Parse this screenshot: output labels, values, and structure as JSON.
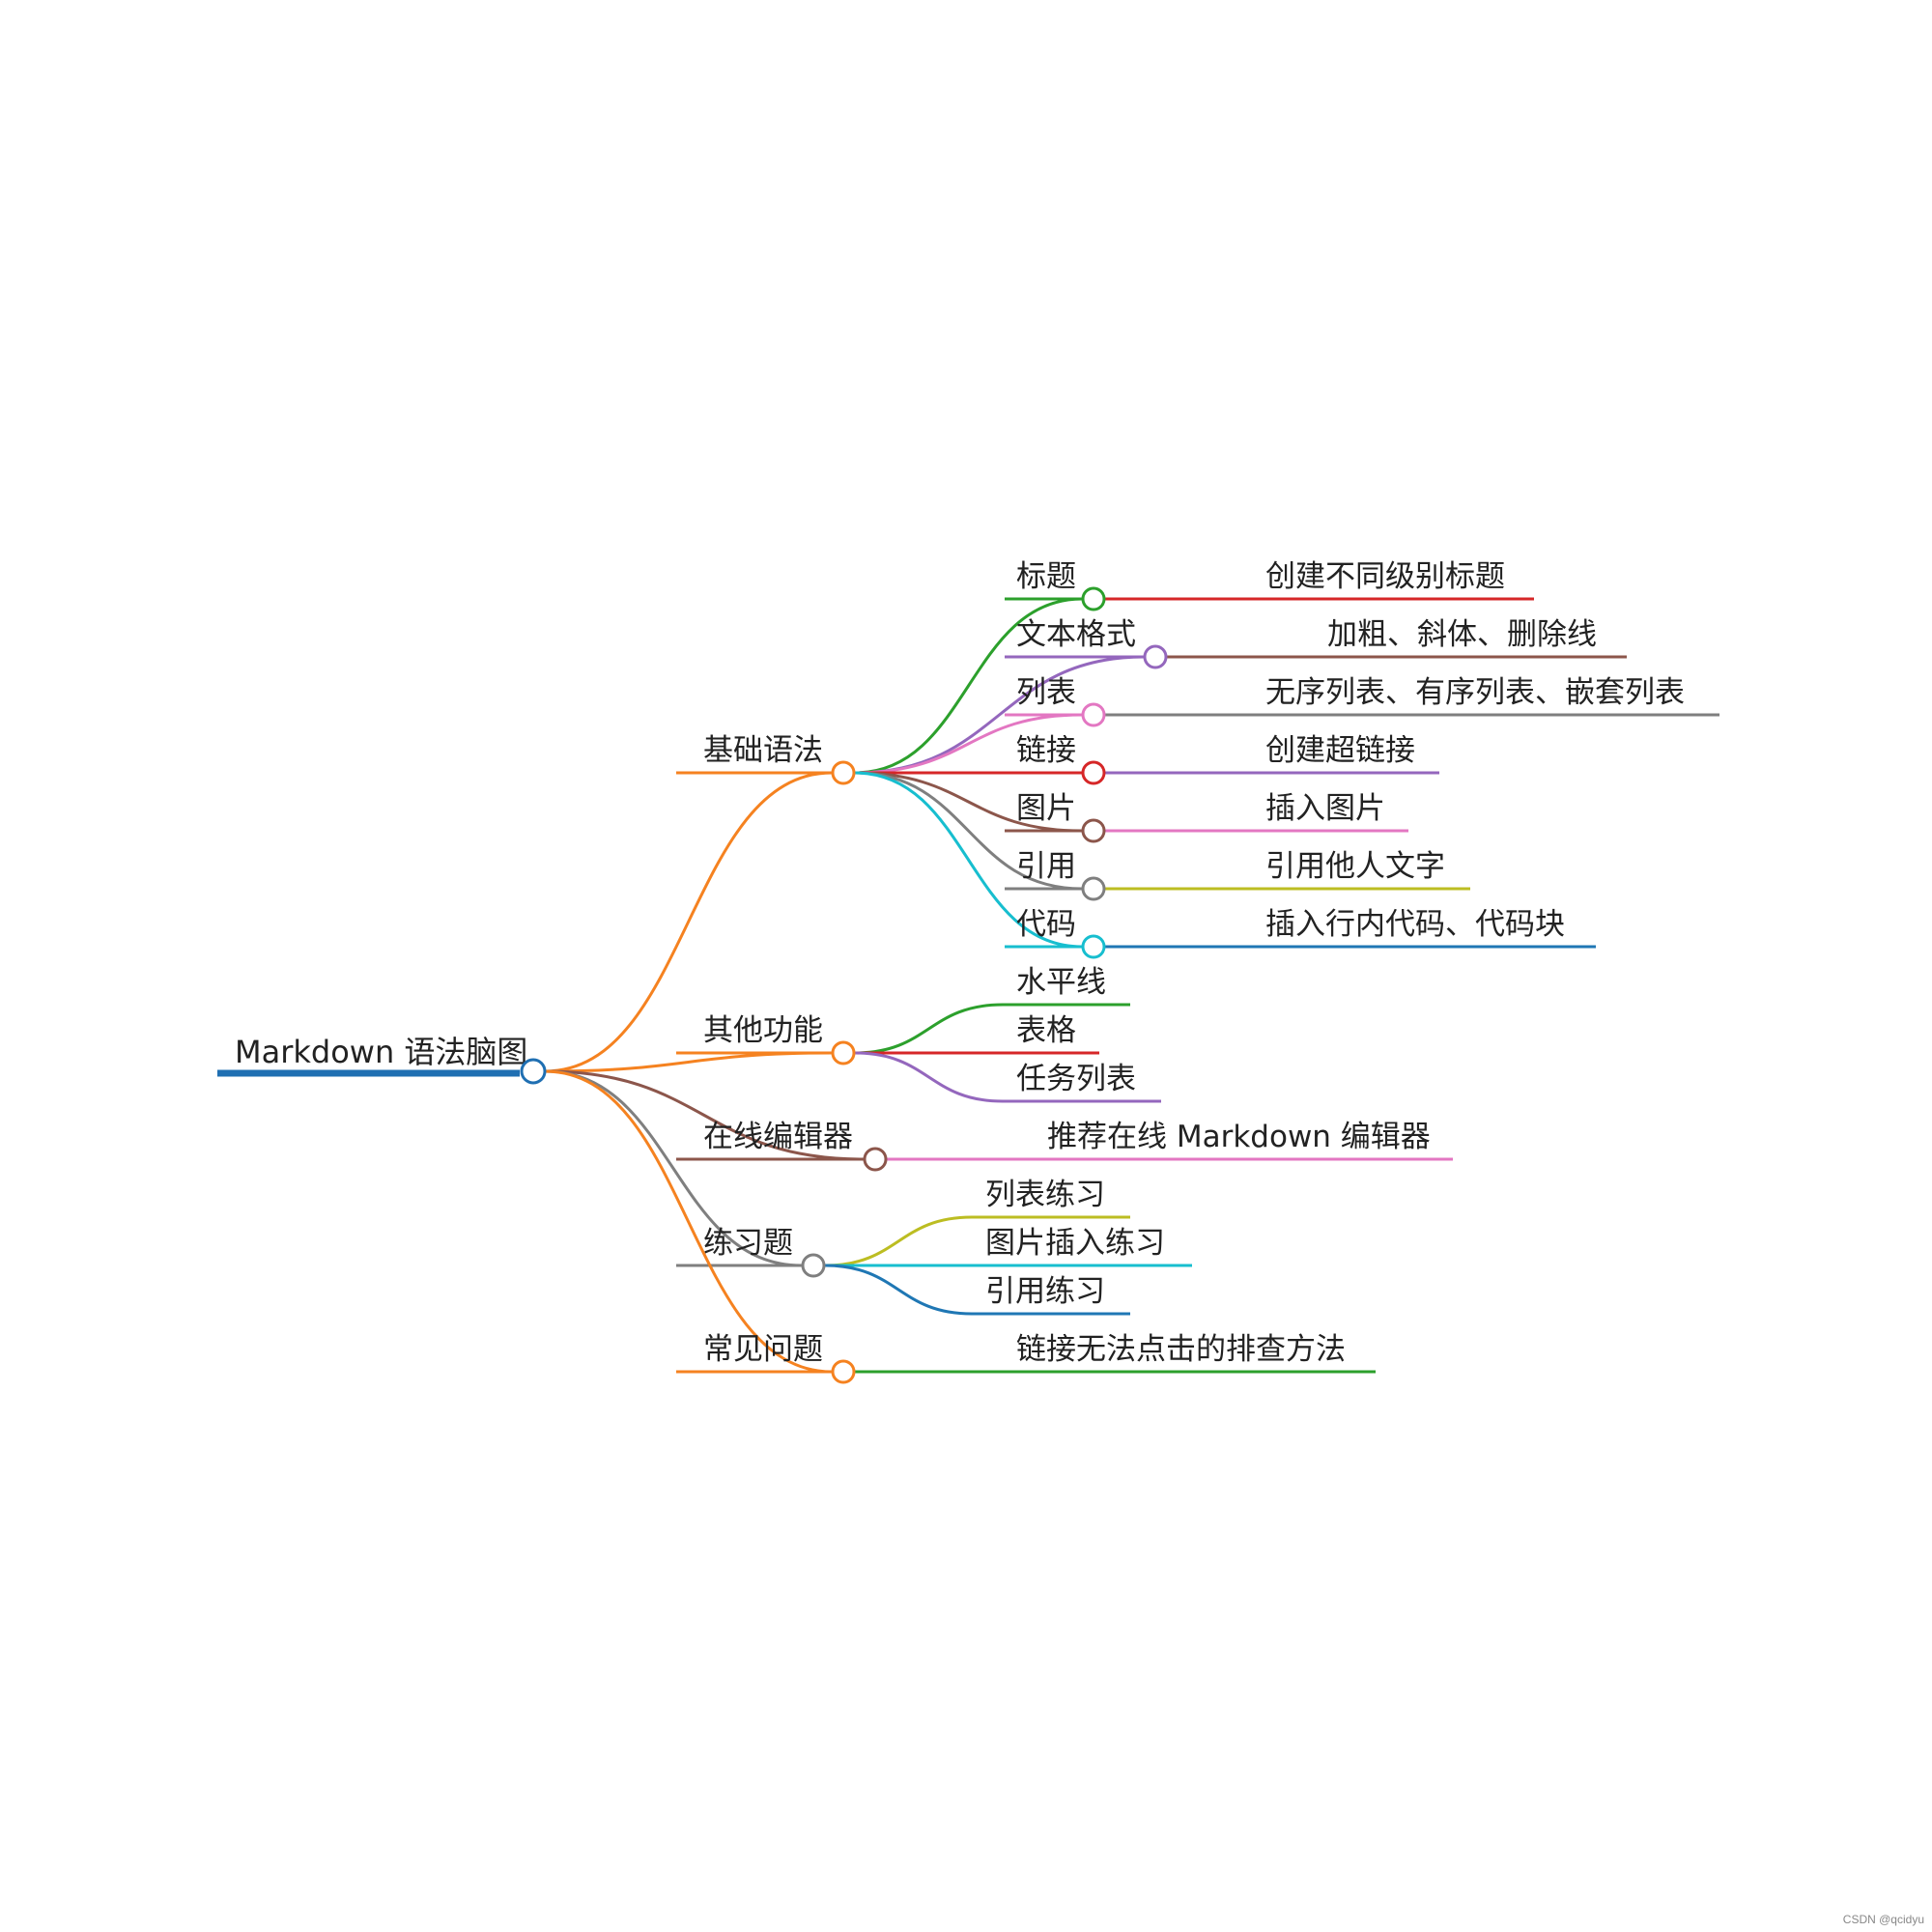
{
  "root": {
    "label": "Markdown 语法脑图",
    "color": "#1f6fb2"
  },
  "branches": [
    {
      "label": "基础语法",
      "color": "#f58220",
      "children": [
        {
          "label": "标题",
          "color": "#2ca02c",
          "leaf": {
            "label": "创建不同级别标题",
            "color": "#d62728"
          }
        },
        {
          "label": "文本格式",
          "color": "#9467bd",
          "leaf": {
            "label": "加粗、斜体、删除线",
            "color": "#8c564b"
          }
        },
        {
          "label": "列表",
          "color": "#e377c2",
          "leaf": {
            "label": "无序列表、有序列表、嵌套列表",
            "color": "#7f7f7f"
          }
        },
        {
          "label": "链接",
          "color": "#d62728",
          "leaf": {
            "label": "创建超链接",
            "color": "#9467bd"
          }
        },
        {
          "label": "图片",
          "color": "#8c564b",
          "leaf": {
            "label": "插入图片",
            "color": "#e377c2"
          }
        },
        {
          "label": "引用",
          "color": "#7f7f7f",
          "leaf": {
            "label": "引用他人文字",
            "color": "#bcbd22"
          }
        },
        {
          "label": "代码",
          "color": "#17becf",
          "leaf": {
            "label": "插入行内代码、代码块",
            "color": "#1f77b4"
          }
        }
      ]
    },
    {
      "label": "其他功能",
      "color": "#f58220",
      "children": [
        {
          "label": "水平线",
          "color": "#2ca02c"
        },
        {
          "label": "表格",
          "color": "#d62728"
        },
        {
          "label": "任务列表",
          "color": "#9467bd"
        }
      ]
    },
    {
      "label": "在线编辑器",
      "color": "#8c564b",
      "children": [
        {
          "label": "推荐在线 Markdown 编辑器",
          "color": "#e377c2"
        }
      ]
    },
    {
      "label": "练习题",
      "color": "#7f7f7f",
      "children": [
        {
          "label": "列表练习",
          "color": "#bcbd22"
        },
        {
          "label": "图片插入练习",
          "color": "#17becf"
        },
        {
          "label": "引用练习",
          "color": "#1f77b4"
        }
      ]
    },
    {
      "label": "常见问题",
      "color": "#f58220",
      "children": [
        {
          "label": "链接无法点击的排查方法",
          "color": "#2ca02c"
        }
      ]
    }
  ],
  "watermark": "CSDN @qcidyu"
}
